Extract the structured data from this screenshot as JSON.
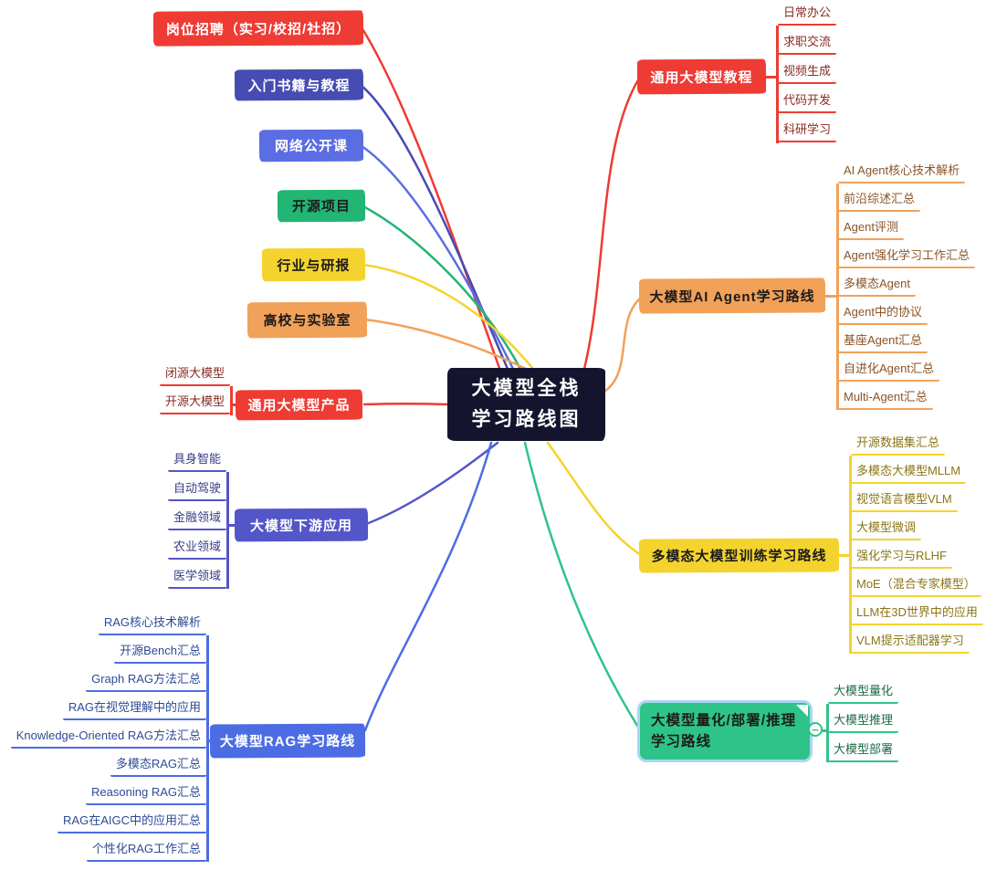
{
  "palette": {
    "red": "#ee3b33",
    "redDark": "#8a2a22",
    "indigo": "#464cb2",
    "blue": "#5b6de2",
    "royal": "#4c6ce4",
    "royalDark": "#2d4a94",
    "indigo2": "#5356c8",
    "indigoDark": "#383c86",
    "green": "#22b573",
    "emerald": "#2ec489",
    "greenDark": "#1b6b47",
    "yellow": "#f5d32e",
    "yellowDark": "#8a7616",
    "orange": "#f2a159",
    "orangeDark": "#8a5426",
    "navy": "#14142e",
    "selection": "#a9d7f2"
  },
  "center": {
    "line1": "大模型全栈",
    "line2": "学习路线图"
  },
  "left_nodes": [
    {
      "label": "岗位招聘（实习/校招/社招）"
    },
    {
      "label": "入门书籍与教程"
    },
    {
      "label": "网络公开课"
    },
    {
      "label": "开源项目"
    },
    {
      "label": "行业与研报"
    },
    {
      "label": "高校与实验室"
    },
    {
      "label": "通用大模型产品",
      "children": [
        "闭源大模型",
        "开源大模型"
      ]
    },
    {
      "label": "大模型下游应用",
      "children": [
        "具身智能",
        "自动驾驶",
        "金融领域",
        "农业领域",
        "医学领域"
      ]
    },
    {
      "label": "大模型RAG学习路线",
      "children": [
        "RAG核心技术解析",
        "开源Bench汇总",
        "Graph RAG方法汇总",
        "RAG在视觉理解中的应用",
        "Knowledge-Oriented RAG方法汇总",
        "多模态RAG汇总",
        "Reasoning RAG汇总",
        "RAG在AIGC中的应用汇总",
        "个性化RAG工作汇总"
      ]
    }
  ],
  "right_nodes": [
    {
      "label": "通用大模型教程",
      "children": [
        "日常办公",
        "求职交流",
        "视频生成",
        "代码开发",
        "科研学习"
      ]
    },
    {
      "label": "大模型AI Agent学习路线",
      "children": [
        "AI Agent核心技术解析",
        "前沿综述汇总",
        "Agent评测",
        "Agent强化学习工作汇总",
        "多模态Agent",
        "Agent中的协议",
        "基座Agent汇总",
        "自进化Agent汇总",
        "Multi-Agent汇总"
      ]
    },
    {
      "label": "多模态大模型训练学习路线",
      "children": [
        "开源数据集汇总",
        "多模态大模型MLLM",
        "视觉语言模型VLM",
        "大模型微调",
        "强化学习与RLHF",
        "MoE（混合专家模型）",
        "LLM在3D世界中的应用",
        "VLM提示适配器学习"
      ]
    },
    {
      "label_line1": "大模型量化/部署/推理",
      "label_line2": "学习路线",
      "toggle": "−",
      "children": [
        "大模型量化",
        "大模型推理",
        "大模型部署"
      ]
    }
  ]
}
